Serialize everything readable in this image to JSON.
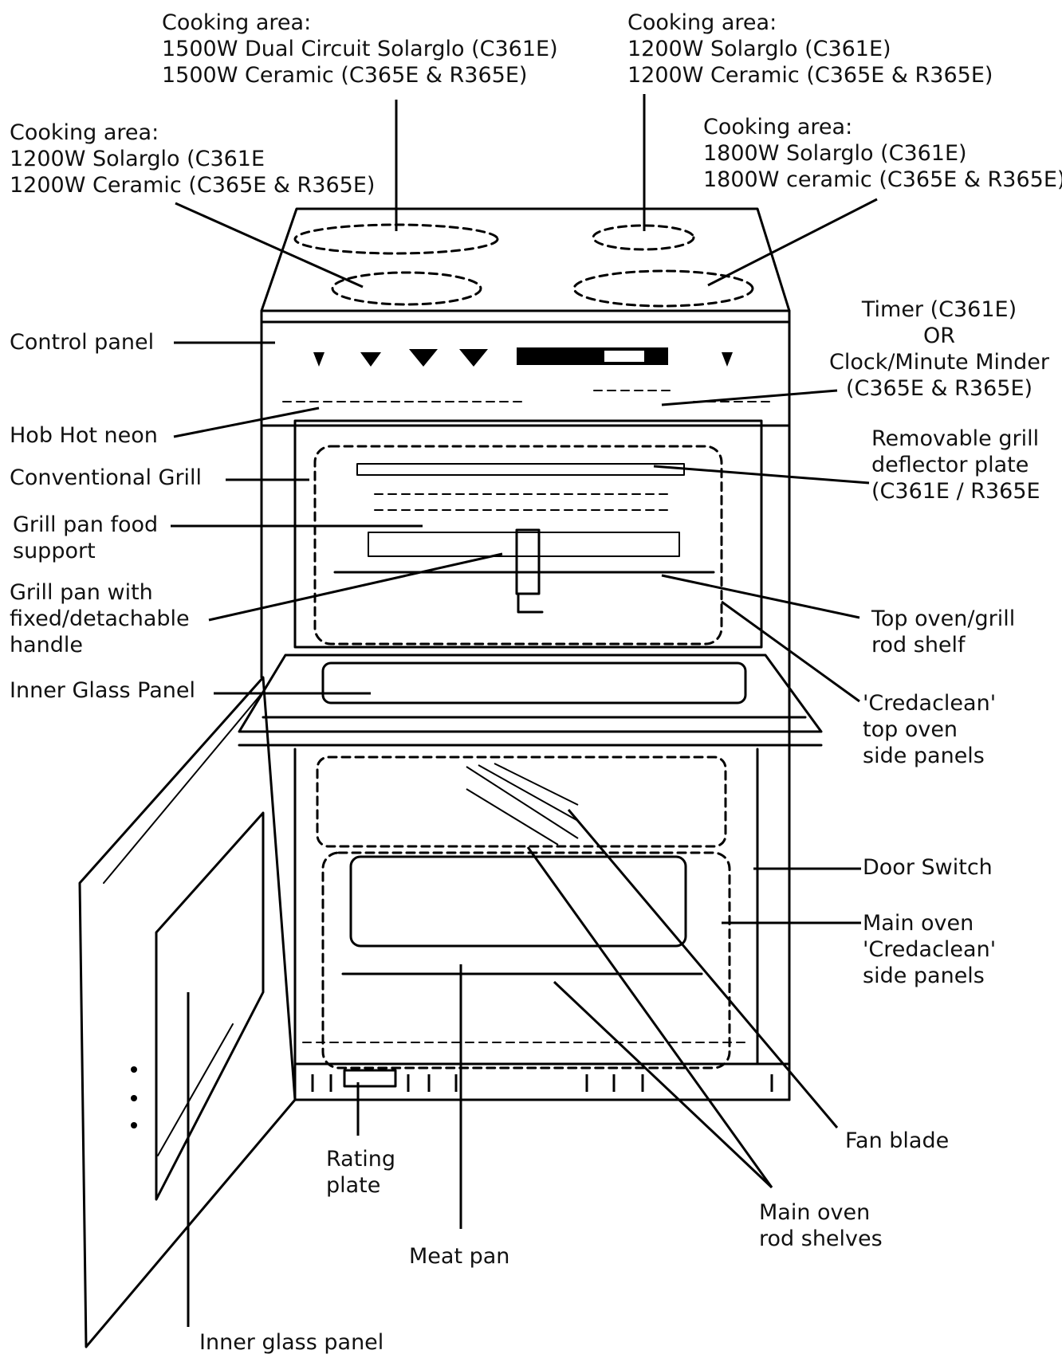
{
  "labels": {
    "cooking_area_back_left": [
      "Cooking area:",
      "1500W Dual Circuit Solarglo (C361E)",
      "1500W Ceramic (C365E & R365E)"
    ],
    "cooking_area_back_right": [
      "Cooking area:",
      "1200W Solarglo (C361E)",
      "1200W Ceramic (C365E & R365E)"
    ],
    "cooking_area_front_left": [
      "Cooking area:",
      "1200W Solarglo (C361E",
      "1200W Ceramic (C365E & R365E)"
    ],
    "cooking_area_front_right": [
      "Cooking area:",
      "1800W Solarglo (C361E)",
      "1800W ceramic (C365E & R365E)"
    ],
    "control_panel": [
      "Control panel"
    ],
    "timer": [
      "Timer (C361E)",
      "OR",
      "Clock/Minute Minder",
      "(C365E & R365E)"
    ],
    "hob_hot_neon": [
      "Hob Hot neon"
    ],
    "conventional_grill": [
      "Conventional Grill"
    ],
    "grill_deflector": [
      "Removable grill",
      "deflector plate",
      "(C361E / R365E"
    ],
    "grill_pan_food_support": [
      "Grill pan food",
      "support"
    ],
    "grill_pan_handle": [
      "Grill pan with",
      "fixed/detachable",
      "handle"
    ],
    "top_oven_rod_shelf": [
      "Top oven/grill",
      "rod shelf"
    ],
    "inner_glass_panel_top": [
      "Inner Glass Panel"
    ],
    "credaclean_top": [
      "'Credaclean'",
      "top oven",
      "side panels"
    ],
    "door_switch": [
      "Door Switch"
    ],
    "credaclean_main": [
      "Main oven",
      "'Credaclean'",
      "side panels"
    ],
    "fan_blade": [
      "Fan blade"
    ],
    "rating_plate": [
      "Rating",
      "plate"
    ],
    "main_oven_rod_shelves": [
      "Main oven",
      "rod shelves"
    ],
    "meat_pan": [
      "Meat pan"
    ],
    "inner_glass_panel_bottom": [
      "Inner glass panel"
    ]
  }
}
